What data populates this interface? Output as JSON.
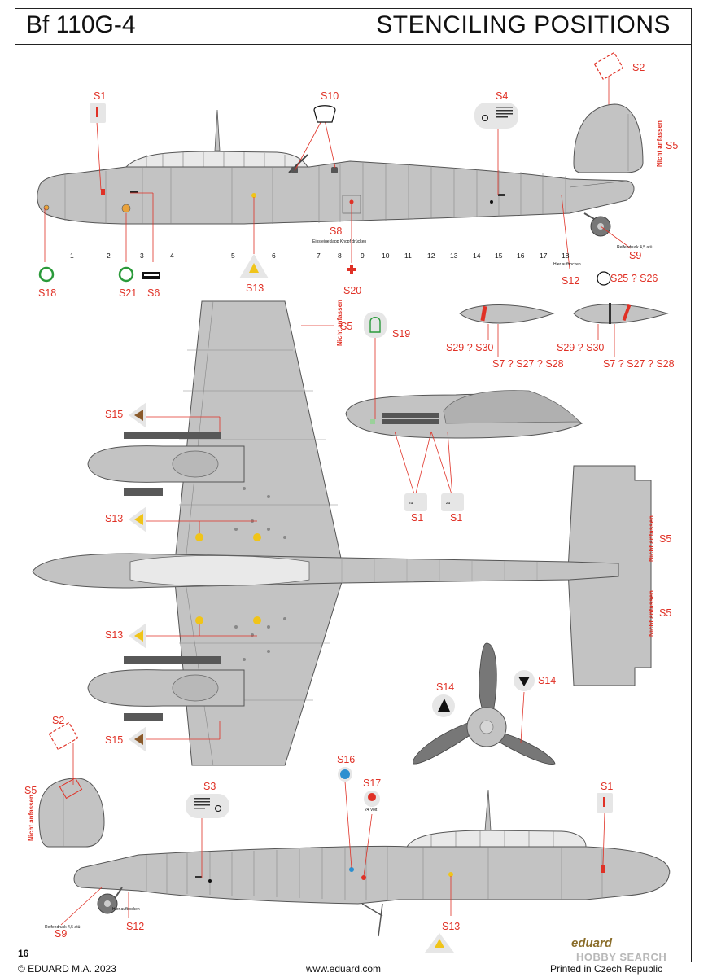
{
  "header": {
    "model": "Bf 110G-4",
    "title": "STENCILING POSITIONS"
  },
  "page_number": "16",
  "footer": {
    "copyright": "© EDUARD M.A. 2023",
    "website": "www.eduard.com",
    "printed": "Printed in Czech Republic"
  },
  "brand_logo": "eduard",
  "watermark": "HOBBY SEARCH",
  "stencil_texts": {
    "nicht_anfassen": "Nicht anfassen",
    "hier_aufbocken": "Hier aufbocken",
    "reifendruck": "Reifendruck 4,5 atü",
    "einsteigeknopf": "Einsteigeklapp Knopf drücken",
    "volt": "24 Volt",
    "zu": "zu"
  },
  "labels": {
    "S1": "S1",
    "S2": "S2",
    "S3": "S3",
    "S4": "S4",
    "S5": "S5",
    "S6": "S6",
    "S8": "S8",
    "S9": "S9",
    "S10": "S10",
    "S12": "S12",
    "S13": "S13",
    "S14": "S14",
    "S15": "S15",
    "S16": "S16",
    "S17": "S17",
    "S18": "S18",
    "S19": "S19",
    "S20": "S20",
    "S21": "S21",
    "S25_S26": "S25 ? S26",
    "S29_S30": "S29 ? S30",
    "S7_S27_S28": "S7 ? S27 ? S28"
  },
  "frame_numbers": [
    "1",
    "2",
    "3",
    "4",
    "5",
    "6",
    "7",
    "8",
    "9",
    "10",
    "11",
    "12",
    "13",
    "14",
    "15",
    "16",
    "17",
    "18"
  ],
  "colors": {
    "airframe": "#c3c3c3",
    "panel_line": "#7a7a7a",
    "callout": "#e03126",
    "stencil_yellow": "#f0c419",
    "stencil_blue": "#2c8fd0",
    "exhaust": "#585858"
  }
}
